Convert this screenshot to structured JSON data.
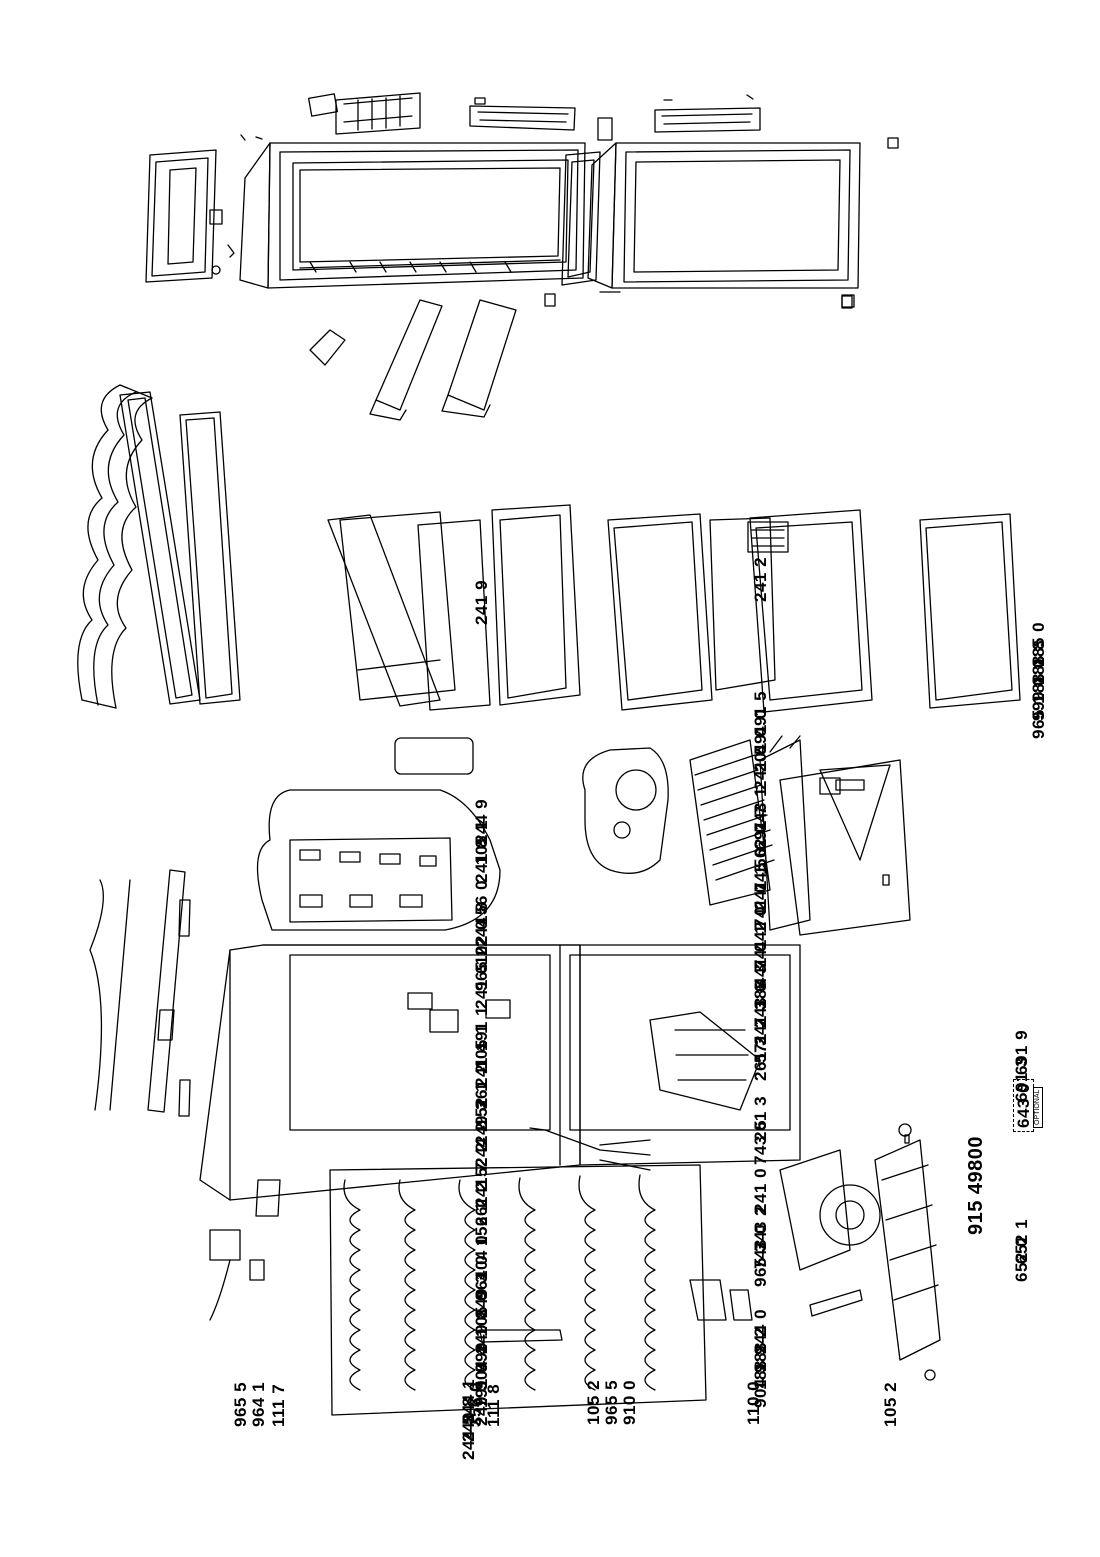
{
  "document_code": "915 49800",
  "optional_tag": "OPTIONAL",
  "labels": [
    {
      "id": "491-1",
      "text": "491 1"
    },
    {
      "id": "480-0",
      "text": "480 0"
    },
    {
      "id": "301-3",
      "text": "301 3"
    },
    {
      "id": "301-0",
      "text": "301 0"
    },
    {
      "id": "521-0",
      "text": "521 0"
    },
    {
      "id": "301-4",
      "text": "301 4"
    },
    {
      "id": "998-1",
      "text": "998 1"
    },
    {
      "id": "998-3",
      "text": "998 3"
    },
    {
      "id": "998-0",
      "text": "998 0"
    },
    {
      "id": "900-0",
      "text": "900 0"
    },
    {
      "id": "781-0",
      "text": "781 0"
    },
    {
      "id": "402-2",
      "text": "402 2"
    },
    {
      "id": "490-0",
      "text": "490 0"
    },
    {
      "id": "740-0",
      "text": "740 0"
    },
    {
      "id": "998-5",
      "text": "998 5"
    },
    {
      "id": "421-1",
      "text": "421 1"
    },
    {
      "id": "571-0",
      "text": "571 0"
    },
    {
      "id": "764-0",
      "text": "764 0"
    },
    {
      "id": "402-1",
      "text": "402 1"
    },
    {
      "id": "783-0",
      "text": "783 0"
    },
    {
      "id": "402-0",
      "text": "402 0"
    },
    {
      "id": "402-5",
      "text": "402 5"
    },
    {
      "id": "402-4",
      "text": "402 4"
    },
    {
      "id": "183-0",
      "text": "183 0"
    },
    {
      "id": "012-2",
      "text": "012 2"
    },
    {
      "id": "012-1",
      "text": "012 1"
    },
    {
      "id": "652-0",
      "text": "652 0"
    },
    {
      "id": "652-1",
      "text": "652 1"
    },
    {
      "id": "643-0",
      "text": "643 0"
    },
    {
      "id": "691-3",
      "text": "691 3"
    },
    {
      "id": "691-9",
      "text": "691 9"
    },
    {
      "id": "965-1",
      "text": "965 1"
    },
    {
      "id": "999-0",
      "text": "999 0"
    },
    {
      "id": "188-0",
      "text": "188 0"
    },
    {
      "id": "188-8",
      "text": "188 8"
    },
    {
      "id": "185-0",
      "text": "185 0"
    },
    {
      "id": "904-9",
      "text": "904 9"
    },
    {
      "id": "188-9",
      "text": "188 9"
    },
    {
      "id": "188-2",
      "text": "188 2"
    },
    {
      "id": "244-0",
      "text": "244 0"
    },
    {
      "id": "965-3",
      "text": "965 3"
    },
    {
      "id": "743-0",
      "text": "743 0"
    },
    {
      "id": "743-2",
      "text": "743 2"
    },
    {
      "id": "241-0",
      "text": "241 0"
    },
    {
      "id": "743-5",
      "text": "743 5"
    },
    {
      "id": "261-3a",
      "text": "261 3"
    },
    {
      "id": "261-3b",
      "text": "261 3"
    },
    {
      "id": "571-2",
      "text": "571 2"
    },
    {
      "id": "241-3",
      "text": "241 3"
    },
    {
      "id": "743-6",
      "text": "743 6"
    },
    {
      "id": "188-3",
      "text": "188 3"
    },
    {
      "id": "441-0",
      "text": "441 0"
    },
    {
      "id": "741-1",
      "text": "741 1"
    },
    {
      "id": "442-0",
      "text": "442 0"
    },
    {
      "id": "741-0",
      "text": "741 0"
    },
    {
      "id": "241-1",
      "text": "241 1"
    },
    {
      "id": "745-0",
      "text": "745 0"
    },
    {
      "id": "562-0",
      "text": "562 0"
    },
    {
      "id": "691-7",
      "text": "691 7"
    },
    {
      "id": "743-1",
      "text": "743 1"
    },
    {
      "id": "241-5",
      "text": "241 5"
    },
    {
      "id": "201-0",
      "text": "201 0"
    },
    {
      "id": "491-0",
      "text": "491 0"
    },
    {
      "id": "491-5",
      "text": "491 5"
    },
    {
      "id": "241-2",
      "text": "241 2"
    },
    {
      "id": "244-5",
      "text": "244 5"
    },
    {
      "id": "249-8b",
      "text": "249 8"
    },
    {
      "id": "244-1",
      "text": "244 1"
    },
    {
      "id": "249-3a",
      "text": "249 3"
    },
    {
      "id": "191-0",
      "text": "191 0"
    },
    {
      "id": "904-4",
      "text": "904 4"
    },
    {
      "id": "999-1",
      "text": "999 1"
    },
    {
      "id": "249-8a",
      "text": "249 8"
    },
    {
      "id": "105-0",
      "text": "105 0"
    },
    {
      "id": "249-3b",
      "text": "249 3"
    },
    {
      "id": "964-0",
      "text": "964 0"
    },
    {
      "id": "104-0",
      "text": "104 0"
    },
    {
      "id": "156-1",
      "text": "156 1"
    },
    {
      "id": "261-2a",
      "text": "261 2"
    },
    {
      "id": "241-7",
      "text": "241 7"
    },
    {
      "id": "152-2",
      "text": "152 2"
    },
    {
      "id": "244-2",
      "text": "244 2"
    },
    {
      "id": "249-3c",
      "text": "249 3"
    },
    {
      "id": "152-1",
      "text": "152 1"
    },
    {
      "id": "261-2b",
      "text": "261 2"
    },
    {
      "id": "241-4",
      "text": "241 4"
    },
    {
      "id": "105-1a",
      "text": "105 1"
    },
    {
      "id": "191-1",
      "text": "191 1"
    },
    {
      "id": "241-6",
      "text": "241 6"
    },
    {
      "id": "965-2",
      "text": "965 2"
    },
    {
      "id": "102-0",
      "text": "102 0"
    },
    {
      "id": "244-8",
      "text": "244 8"
    },
    {
      "id": "156-0",
      "text": "156 0"
    },
    {
      "id": "241-8",
      "text": "241 8"
    },
    {
      "id": "105-1b",
      "text": "105 1"
    },
    {
      "id": "244-9",
      "text": "244 9"
    },
    {
      "id": "241-9",
      "text": "241 9"
    },
    {
      "id": "965-5a",
      "text": "965 5"
    },
    {
      "id": "964-1",
      "text": "964 1"
    },
    {
      "id": "111-7",
      "text": "111 7"
    },
    {
      "id": "356-0",
      "text": "356 0"
    },
    {
      "id": "111-8",
      "text": "111 8"
    },
    {
      "id": "105-2a",
      "text": "105 2"
    },
    {
      "id": "965-5b",
      "text": "965 5"
    },
    {
      "id": "910-0",
      "text": "910 0"
    },
    {
      "id": "110-0",
      "text": "110 0"
    },
    {
      "id": "105-2b",
      "text": "105 2"
    }
  ]
}
